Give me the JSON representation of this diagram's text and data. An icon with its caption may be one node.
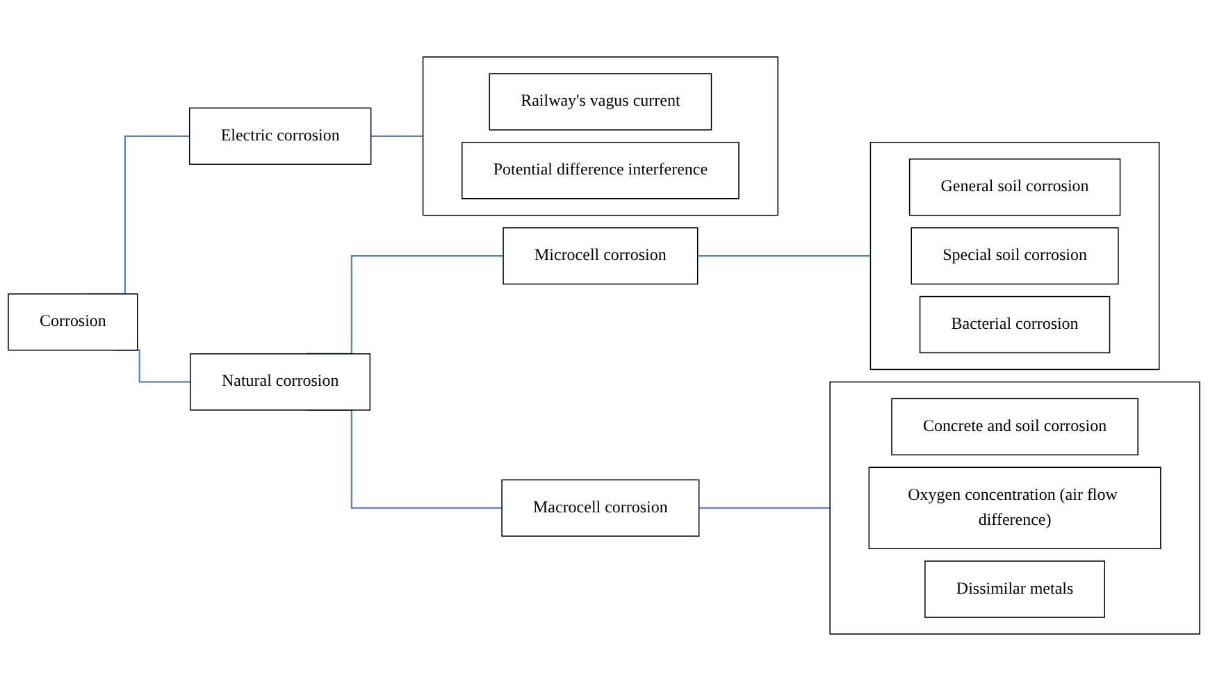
{
  "diagram": {
    "nodes": [
      {
        "text": [
          "Corrosion"
        ]
      },
      {
        "text": [
          "Natural corrosion"
        ]
      },
      {
        "text": [
          "Electric corrosion"
        ]
      },
      {
        "text": [
          "Microcell corrosion"
        ]
      },
      {
        "text": [
          "Macrocell corrosion"
        ]
      },
      {
        "text": [],
        "shape": "box"
      },
      {
        "text": [
          "General soil corrosion"
        ],
        "in": 5
      },
      {
        "text": [
          "Special soil corrosion"
        ],
        "in": 5
      },
      {
        "text": [
          "Bacterial corrosion"
        ],
        "in": 5
      },
      {
        "text": [],
        "shape": "box"
      },
      {
        "text": [
          "Concrete and soil corrosion"
        ],
        "in": 9
      },
      {
        "text": [
          "Oxygen concentration (air flow difference)"
        ],
        "in": 9
      },
      {
        "text": [
          "Dissimilar metals"
        ],
        "in": 9
      },
      {
        "text": [],
        "shape": "box"
      },
      {
        "text": [
          "Railway's vagus current"
        ],
        "in": 13
      },
      {
        "text": [
          "Potential difference interference"
        ],
        "in": 13
      }
    ],
    "edges": [
      {
        "from": 0,
        "to": 1,
        "arrow": "none"
      },
      {
        "from": 0,
        "to": 2,
        "arrow": "none"
      },
      {
        "from": 1,
        "to": 3,
        "arrow": "none"
      },
      {
        "from": 1,
        "to": 4,
        "arrow": "none"
      },
      {
        "from": 3,
        "to": 5,
        "arrow": "none"
      },
      {
        "from": 4,
        "to": 9,
        "arrow": "none"
      },
      {
        "from": 2,
        "to": 13,
        "arrow": "none"
      }
    ]
  }
}
